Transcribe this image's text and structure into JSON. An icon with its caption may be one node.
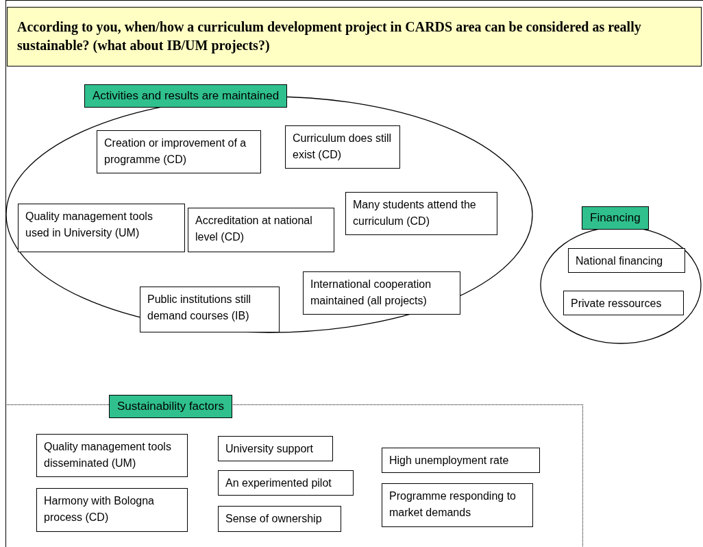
{
  "diagram": {
    "title": "According to you, when/how a curriculum development project in CARDS area can be considered as really sustainable? (what about IB/UM projects?)",
    "nodes": [
      {
        "text": [
          "Activities and results are maintained"
        ]
      },
      {
        "text": [
          "Creation or improvement of a programme (CD)"
        ],
        "in": 0
      },
      {
        "text": [
          "Curriculum does still exist (CD)"
        ],
        "in": 0
      },
      {
        "text": [
          "Quality management tools used in University (UM)"
        ],
        "in": 0
      },
      {
        "text": [
          "Accreditation at national level (CD)"
        ],
        "in": 0
      },
      {
        "text": [
          "Many students attend the curriculum (CD)"
        ],
        "in": 0
      },
      {
        "text": [
          "International cooperation maintained (all projects)"
        ],
        "in": 0
      },
      {
        "text": [
          "Public institutions still demand courses (IB)"
        ],
        "in": 0
      },
      {
        "text": [
          "Financing"
        ]
      },
      {
        "text": [
          "National financing"
        ],
        "in": 8
      },
      {
        "text": [
          "Private ressources"
        ],
        "in": 8
      },
      {
        "text": [
          "Sustainability factors"
        ]
      },
      {
        "text": [
          "Quality management tools disseminated (UM)"
        ],
        "in": 11
      },
      {
        "text": [
          "Harmony with Bologna process (CD)"
        ],
        "in": 11
      },
      {
        "text": [
          "University support"
        ],
        "in": 11
      },
      {
        "text": [
          "An experimented pilot"
        ],
        "in": 11
      },
      {
        "text": [
          "Sense of ownership"
        ],
        "in": 11
      },
      {
        "text": [
          "High unemployment rate"
        ],
        "in": 11
      },
      {
        "text": [
          "Programme responding to market demands"
        ],
        "in": 11
      }
    ]
  }
}
